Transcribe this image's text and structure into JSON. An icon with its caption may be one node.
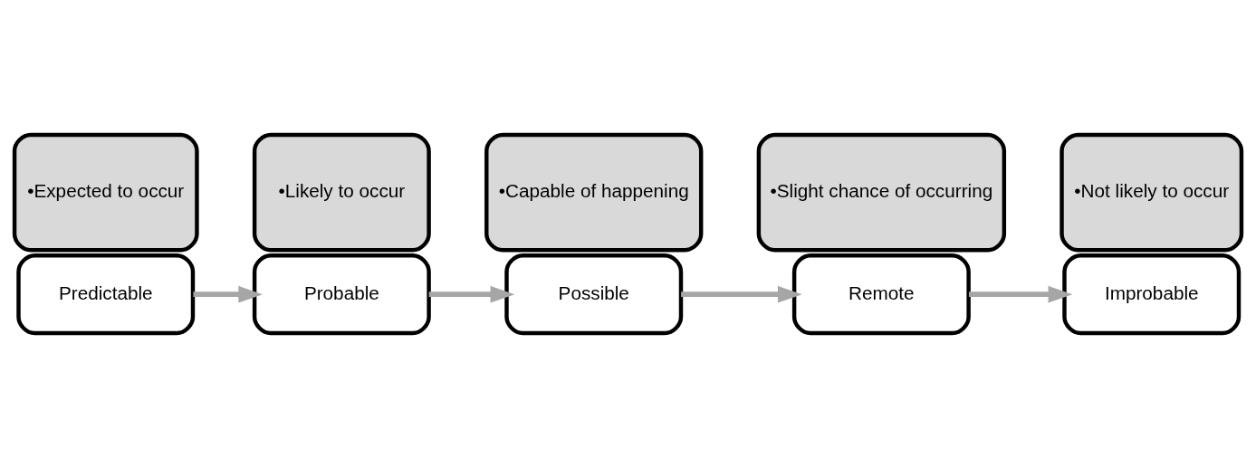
{
  "diagram": {
    "nodes": [
      {
        "text": [
          "Predictable"
        ]
      },
      {
        "text": [
          "•Expected to occur"
        ]
      },
      {
        "text": [
          "Probable"
        ]
      },
      {
        "text": [
          "•Likely to occur"
        ]
      },
      {
        "text": [
          "Possible"
        ]
      },
      {
        "text": [
          "•Capable of happening"
        ]
      },
      {
        "text": [
          "Remote"
        ]
      },
      {
        "text": [
          "•Slight chance of occurring"
        ]
      },
      {
        "text": [
          "Improbable"
        ]
      },
      {
        "text": [
          "•Not likely to occur"
        ]
      }
    ],
    "edges": [
      {
        "from": 0,
        "to": 2,
        "arrow": "to"
      },
      {
        "from": 2,
        "to": 4,
        "arrow": "to"
      },
      {
        "from": 4,
        "to": 6,
        "arrow": "to"
      },
      {
        "from": 6,
        "to": 8,
        "arrow": "to"
      }
    ]
  }
}
